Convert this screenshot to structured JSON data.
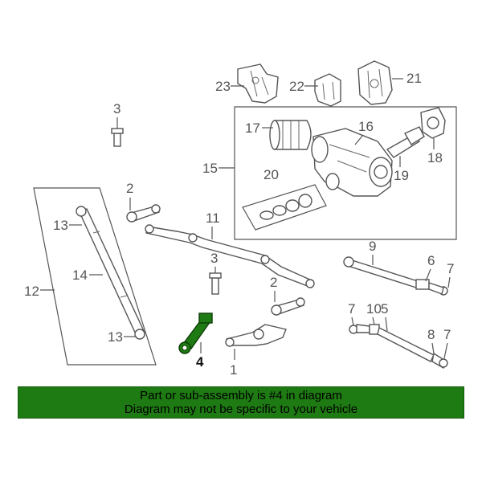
{
  "callouts": {
    "c1": "1",
    "c2a": "2",
    "c2b": "2",
    "c3a": "3",
    "c3b": "3",
    "c4": "4",
    "c5": "5",
    "c6": "6",
    "c7a": "7",
    "c7b": "7",
    "c7c": "7",
    "c8": "8",
    "c9": "9",
    "c10": "10",
    "c11": "11",
    "c12": "12",
    "c13a": "13",
    "c13b": "13",
    "c14": "14",
    "c15": "15",
    "c16": "16",
    "c17": "17",
    "c18": "18",
    "c19": "19",
    "c20": "20",
    "c21": "21",
    "c22": "22",
    "c23": "23"
  },
  "highlight": {
    "part_number": "4",
    "color": "#1e7a12"
  },
  "banner": {
    "line1": "Part or sub-assembly is #4 in diagram",
    "line2": "Diagram may not be specific to your vehicle",
    "background": "#1e7a12"
  }
}
